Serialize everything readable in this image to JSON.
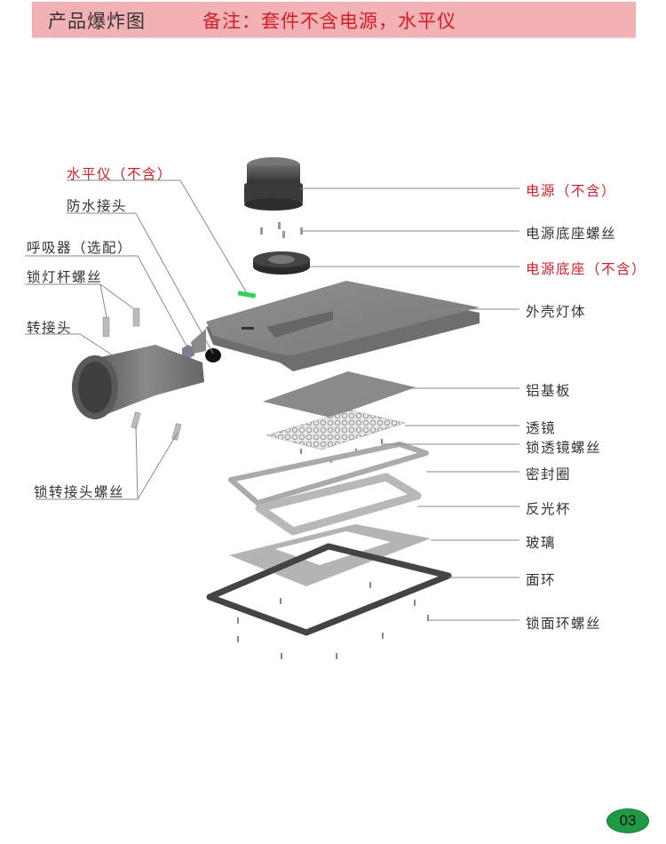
{
  "header": {
    "title": "产品爆炸图",
    "note": "备注：套件不含电源，水平仪"
  },
  "left_labels": [
    {
      "text": "水平仪（不含）",
      "highlight": true
    },
    {
      "text": "防水接头",
      "highlight": false
    },
    {
      "text": "呼吸器（选配）",
      "highlight": false
    },
    {
      "text": "锁灯杆螺丝",
      "highlight": false
    },
    {
      "text": "转接头",
      "highlight": false
    },
    {
      "text": "锁转接头螺丝",
      "highlight": false
    }
  ],
  "right_labels": [
    {
      "text": "电源（不含）",
      "highlight": true
    },
    {
      "text": "电源底座螺丝",
      "highlight": false
    },
    {
      "text": "电源底座（不含）",
      "highlight": true
    },
    {
      "text": "外壳灯体",
      "highlight": false
    },
    {
      "text": "铝基板",
      "highlight": false
    },
    {
      "text": "透镜",
      "highlight": false
    },
    {
      "text": "锁透镜螺丝",
      "highlight": false
    },
    {
      "text": "密封圈",
      "highlight": false
    },
    {
      "text": "反光杯",
      "highlight": false
    },
    {
      "text": "玻璃",
      "highlight": false
    },
    {
      "text": "面环",
      "highlight": false
    },
    {
      "text": "锁面环螺丝",
      "highlight": false
    }
  ],
  "page_number": "03",
  "colors": {
    "header_bg": "#f2b1b5",
    "highlight_text": "#d21e27",
    "badge_bg": "#1f9a44"
  }
}
